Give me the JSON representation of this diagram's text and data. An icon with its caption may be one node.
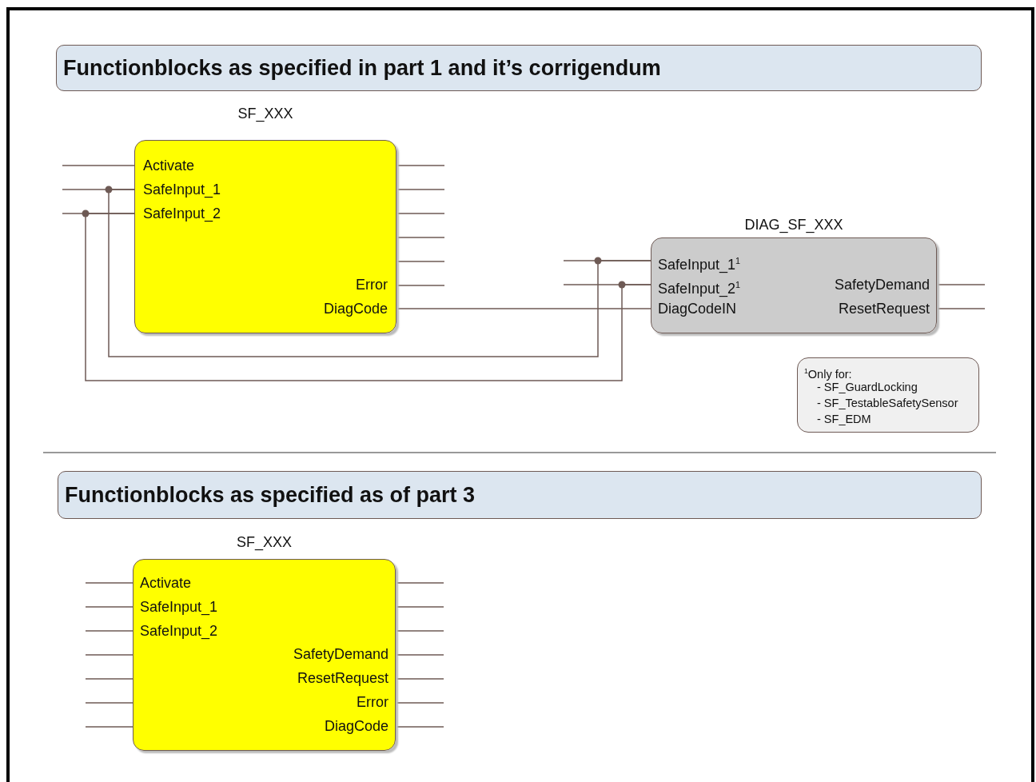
{
  "diagram": {
    "nodes": [
      {
        "text": [
          "Functionblocks as specified in part 1 and it’s corrigendum"
        ]
      },
      {
        "text": [
          "SF_XXX",
          "Activate",
          "SafeInput_1",
          "SafeInput_2",
          "Error",
          "DiagCode"
        ]
      },
      {
        "text": [
          "DIAG_SF_XXX",
          "SafeInput_1$^{1}$",
          "SafeInput_2$^{1}$",
          "DiagCodeIN",
          "SafetyDemand",
          "ResetRequest"
        ]
      },
      {
        "text": [
          "$^{1}$Only for:",
          "- SF_GuardLocking",
          "- SF_TestableSafetySensor",
          "- SF_EDM"
        ]
      },
      {
        "text": [
          "Functionblocks as specified as of part 3"
        ]
      },
      {
        "text": [
          "SF_XXX",
          "Activate",
          "SafeInput_1",
          "SafeInput_2",
          "SafetyDemand",
          "ResetRequest",
          "Error",
          "DiagCode"
        ]
      }
    ],
    "edges": [
      {
        "from": 1,
        "to": 2,
        "arrow": "none"
      },
      {
        "from": 1,
        "to": 2,
        "arrow": "none"
      },
      {
        "from": 1,
        "to": 2,
        "arrow": "none"
      }
    ]
  }
}
